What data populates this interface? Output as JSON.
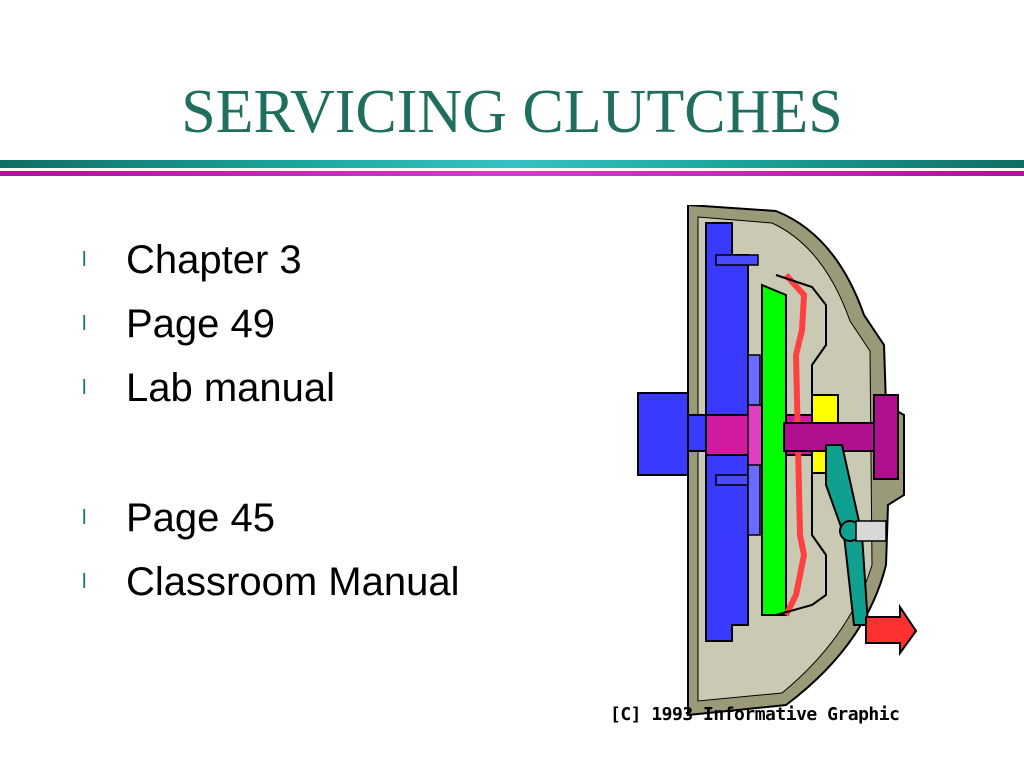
{
  "slide": {
    "title": "SERVICING CLUTCHES",
    "bullet_glyph": "l",
    "bullets": [
      {
        "text": "Chapter 3"
      },
      {
        "text": "Page 49"
      },
      {
        "text": "Lab manual"
      },
      {
        "text": "Page 45"
      },
      {
        "text": "Classroom Manual"
      }
    ],
    "figure": {
      "credit": "[C] 1993 Informative Graphic"
    },
    "colors": {
      "title": "#1f6e5e",
      "rule_teal": "#1aa9a1",
      "rule_magenta": "#d43bd1",
      "bullet_mark": "#1f6e5e",
      "housing": "#8f8f6a",
      "flywheel": "#3a3aff",
      "pressure_plate": "#00ff00",
      "hub": "#d01aa0",
      "spring": "#ff4040",
      "bearing": "#ffff00",
      "fork": "#10a090",
      "arrow": "#ff3030"
    }
  }
}
